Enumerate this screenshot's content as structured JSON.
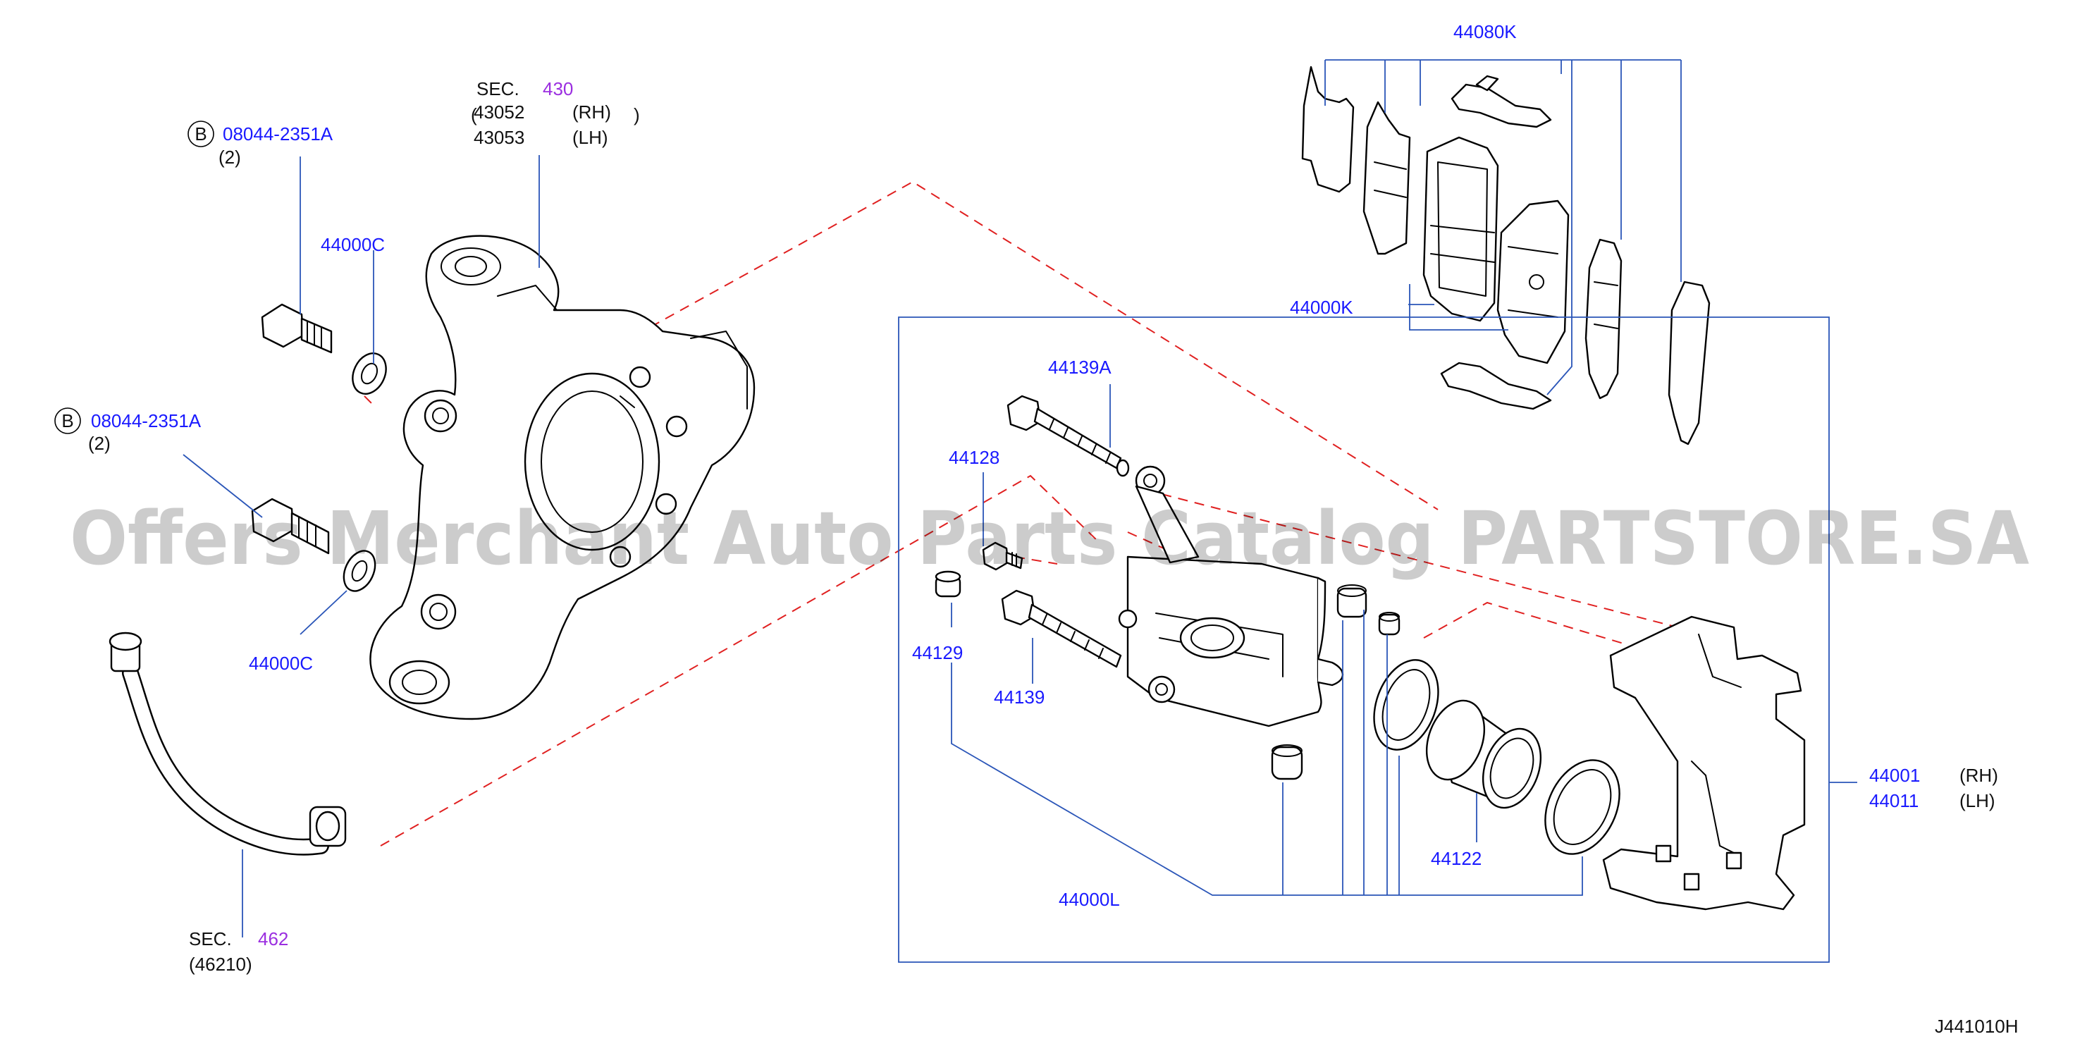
{
  "watermark": "Offers Merchant Auto Parts Catalog PARTSTORE.SA",
  "diagram_code": "J441010H",
  "labels": {
    "bolt_b_top": "08044-2351A",
    "bolt_b_top_qty": "(2)",
    "bolt_b_bottom": "08044-2351A",
    "bolt_b_bottom_qty": "(2)",
    "b_marker": "B",
    "washer_top": "44000C",
    "washer_bottom": "44000C",
    "sec_prefix": "SEC.",
    "knuckle_sec": "430",
    "knuckle_rh": "43052",
    "knuckle_rh_side": "(RH)",
    "knuckle_lh": "43053",
    "knuckle_lh_side": "(LH)",
    "hose_sec": "462",
    "hose_part": "(46210)",
    "shim_kit": "44080K",
    "pad_kit": "44000K",
    "guide_bolt_a": "44139A",
    "bleeder": "44128",
    "bleeder_cap": "44129",
    "guide_bolt": "44139",
    "seal_kit": "44000L",
    "piston": "44122",
    "caliper_rh": "44001",
    "caliper_rh_side": "(RH)",
    "caliper_lh": "44011",
    "caliper_lh_side": "(LH)"
  }
}
